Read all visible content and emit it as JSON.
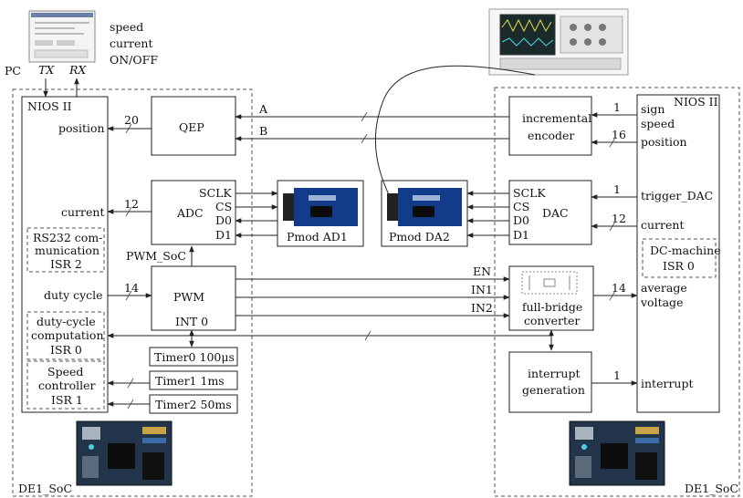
{
  "pc": {
    "label": "PC",
    "tx": "TX",
    "rx": "RX",
    "legend": [
      "speed",
      "current",
      "ON/OFF"
    ]
  },
  "left_board": {
    "title": "DE1_SoC",
    "nios": "NIOS II",
    "ports": {
      "position": "position",
      "current": "current",
      "duty_cycle": "duty cycle"
    },
    "isr_rs232": [
      "RS232 com-",
      "munication",
      "ISR 2"
    ],
    "isr_duty": [
      "duty-cycle",
      "computation",
      "ISR 0"
    ],
    "isr_speed": [
      "Speed",
      "controller",
      "ISR 1"
    ],
    "qep": "QEP",
    "adc": {
      "name": "ADC",
      "pins": [
        "SCLK",
        "CS",
        "D0",
        "D1"
      ]
    },
    "pwm_soc": "PWM_SoC",
    "pwm": "PWM",
    "int0": "INT 0",
    "timers": [
      "Timer0 100μs",
      "Timer1 1ms",
      "Timer2 50ms"
    ],
    "bus_widths": {
      "position": "20",
      "current": "12",
      "duty": "14"
    }
  },
  "pmods": {
    "ad1": "Pmod AD1",
    "da2": "Pmod DA2"
  },
  "signals": {
    "a": "A",
    "b": "B",
    "en": "EN",
    "in1": "IN1",
    "in2": "IN2"
  },
  "right_board": {
    "title": "DE1_SoC",
    "nios": "NIOS II",
    "encoder": [
      "incremental",
      "encoder"
    ],
    "dac": {
      "name": "DAC",
      "pins": [
        "SCLK",
        "CS",
        "D0",
        "D1"
      ]
    },
    "bridge": [
      "full-bridge",
      "converter"
    ],
    "interrupt_gen": [
      "interrupt",
      "generation"
    ],
    "ports": {
      "sign": "sign",
      "speed": "speed",
      "position": "position",
      "trigger_dac": "trigger_DAC",
      "current": "current",
      "average": "average",
      "voltage": "voltage",
      "interrupt": "interrupt"
    },
    "dc_machine": [
      "DC-machine",
      "ISR 0"
    ],
    "bus_widths": {
      "sign": "1",
      "position": "16",
      "trigger": "1",
      "current": "12",
      "avg": "14",
      "interrupt": "1"
    }
  }
}
